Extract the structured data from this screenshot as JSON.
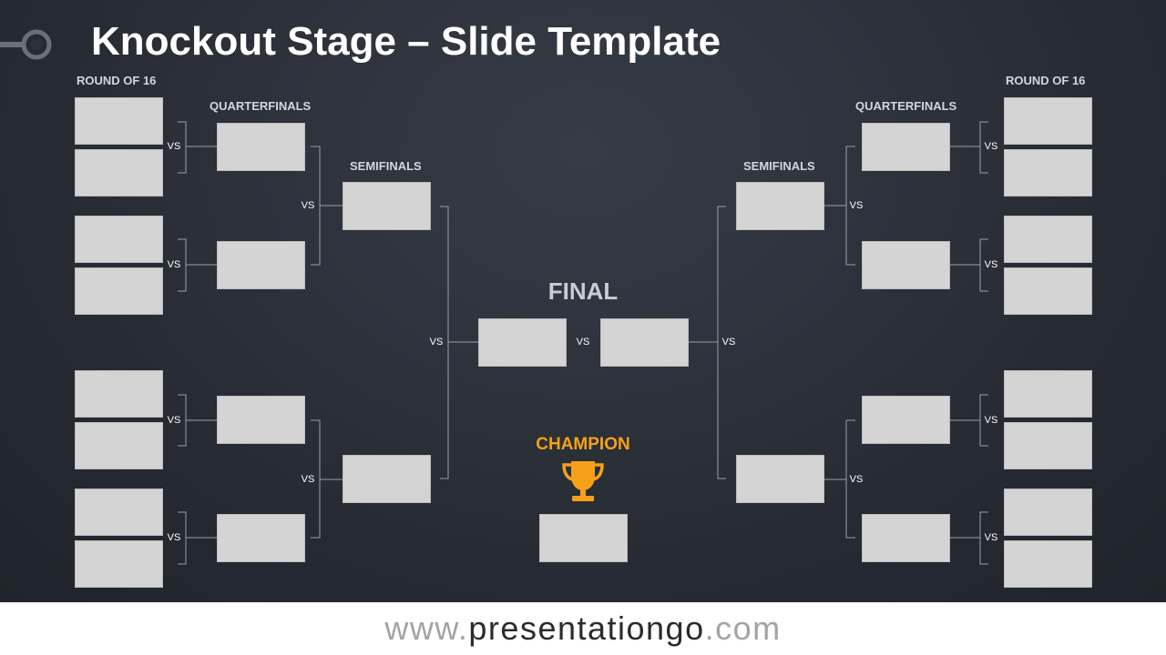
{
  "title": "Knockout Stage – Slide Template",
  "labels": {
    "round_of_16": "ROUND OF 16",
    "quarterfinals": "QUARTERFINALS",
    "semifinals": "SEMIFINALS",
    "final": "FINAL",
    "champion": "CHAMPION"
  },
  "vs": "VS",
  "colors": {
    "background": "#2b3039",
    "box": "#d4d4d4",
    "champion_accent": "#f6a01a",
    "line": "#9aa0a8"
  },
  "icons": {
    "trophy": "trophy-icon",
    "logo": "key-logo-icon"
  },
  "footer": {
    "prefix": "www.",
    "brand": "presentationgo",
    "suffix": ".com"
  }
}
